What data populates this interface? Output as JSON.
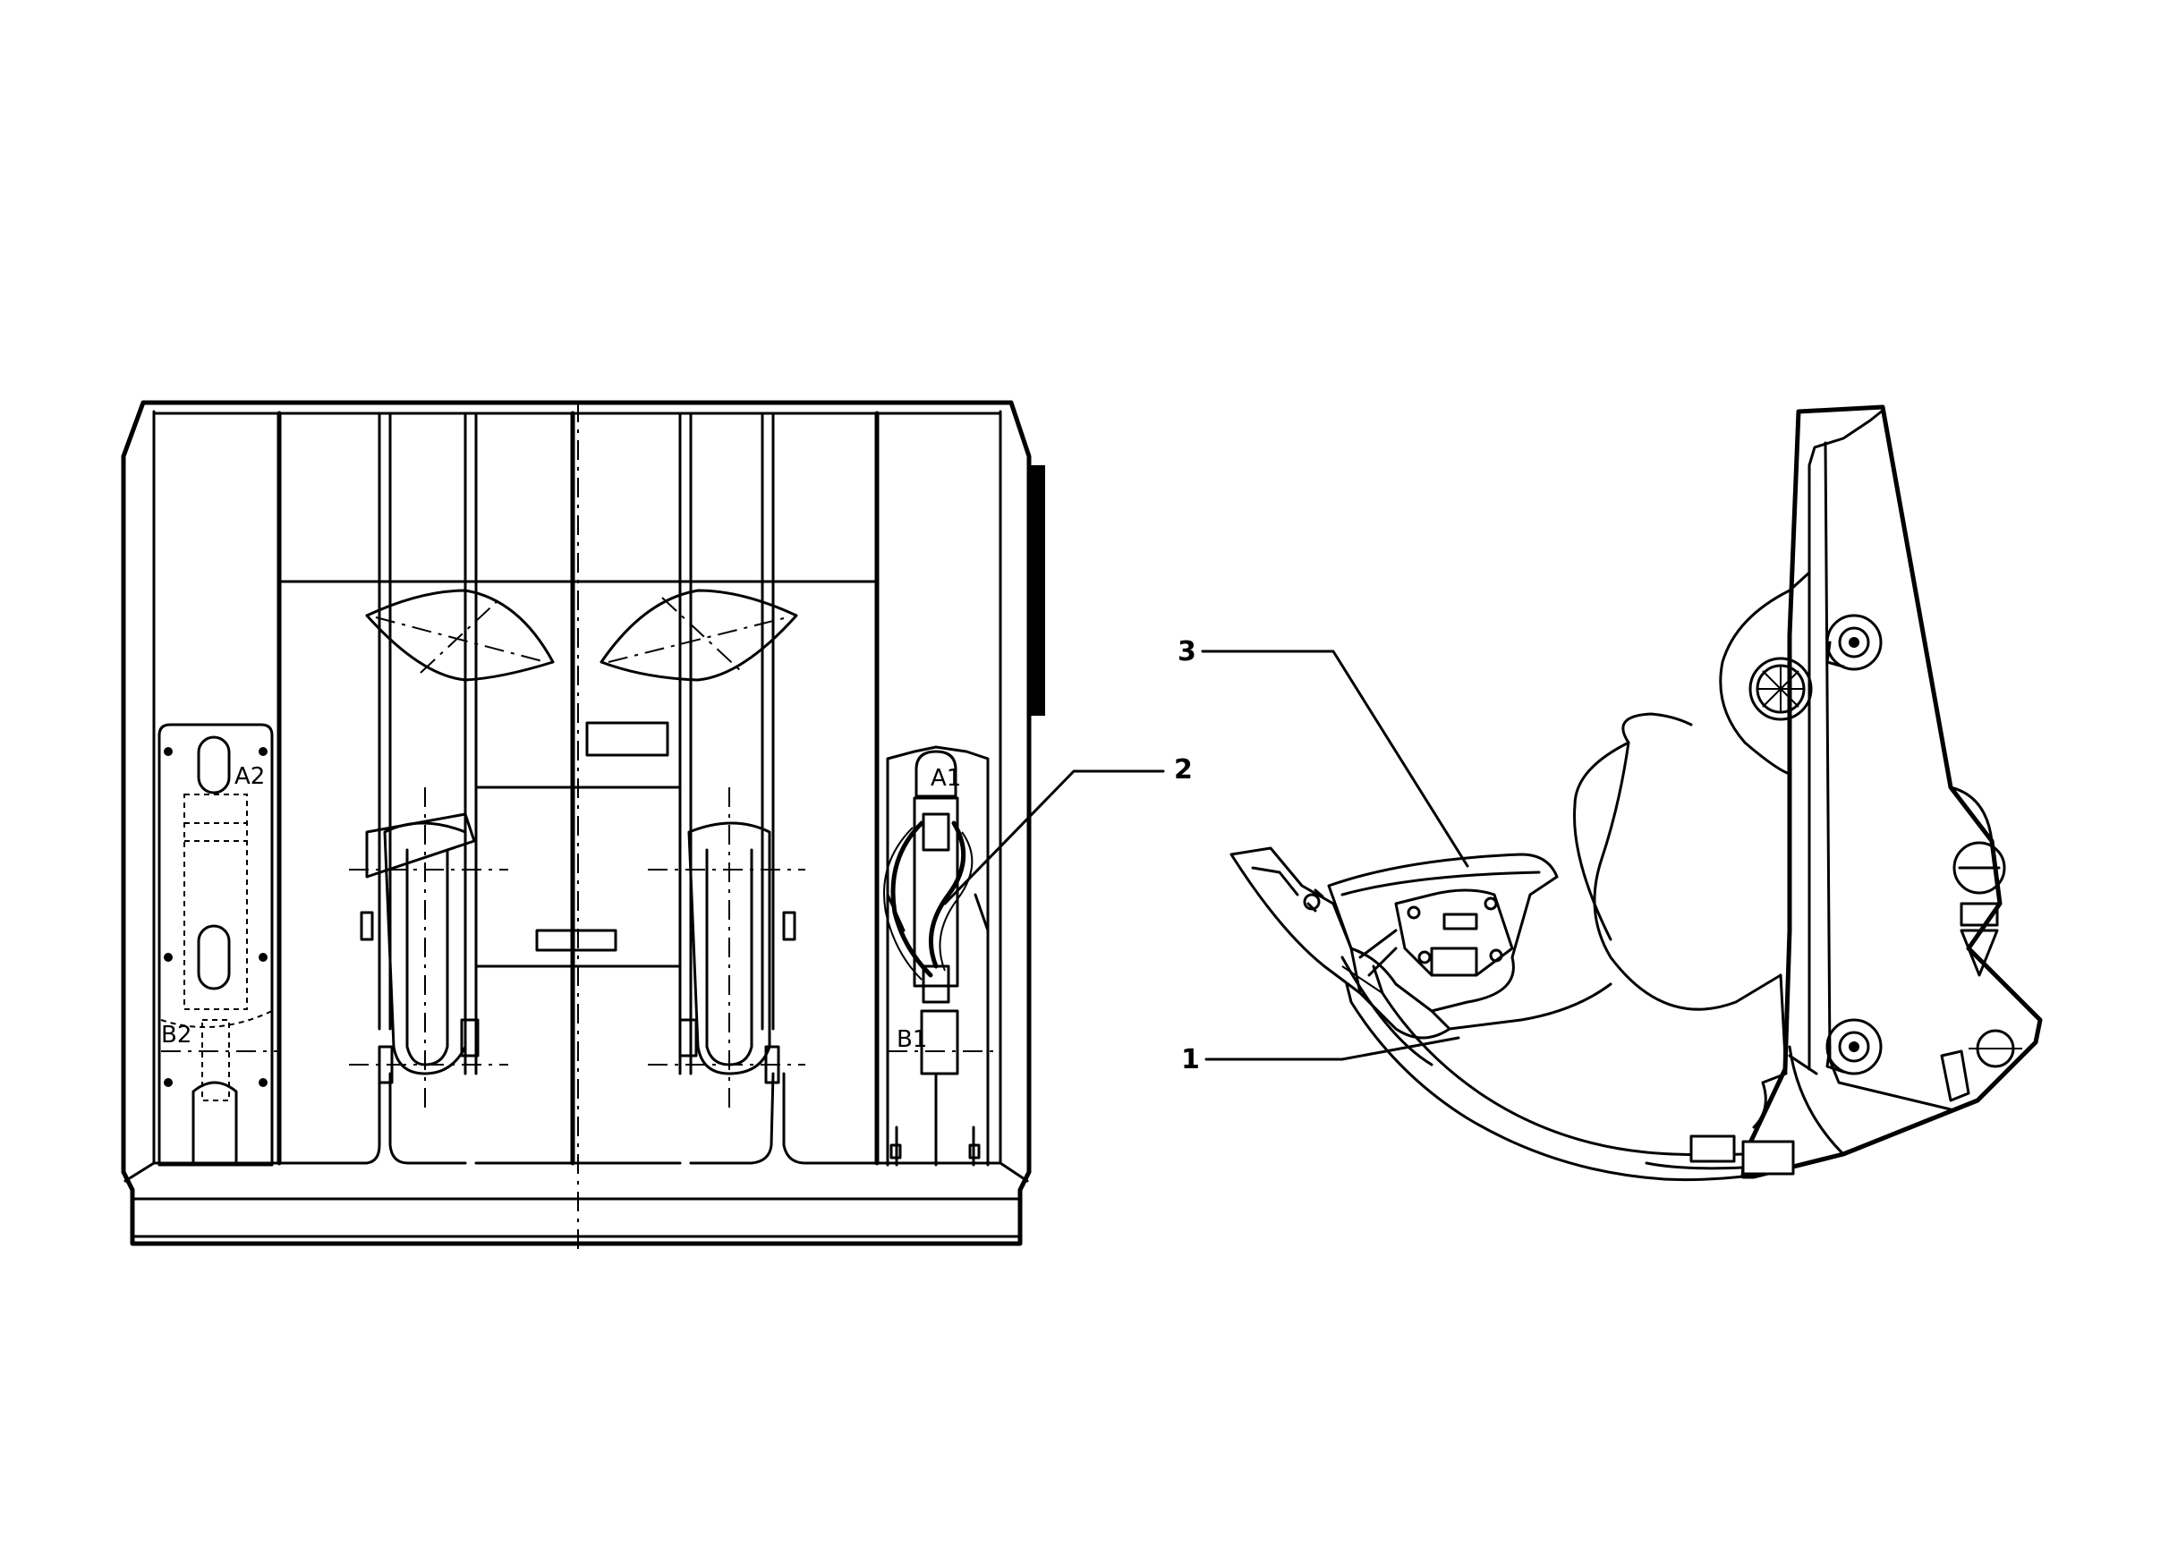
{
  "front_view": {
    "port_labels": {
      "a1": "A1",
      "a2": "A2",
      "b1": "B1",
      "b2": "B2"
    }
  },
  "side_view": {
    "callouts": [
      {
        "id": "1",
        "label": "1"
      },
      {
        "id": "2",
        "label": "2"
      },
      {
        "id": "3",
        "label": "3"
      }
    ]
  },
  "colors": {
    "line": "#000000",
    "background": "#ffffff"
  }
}
